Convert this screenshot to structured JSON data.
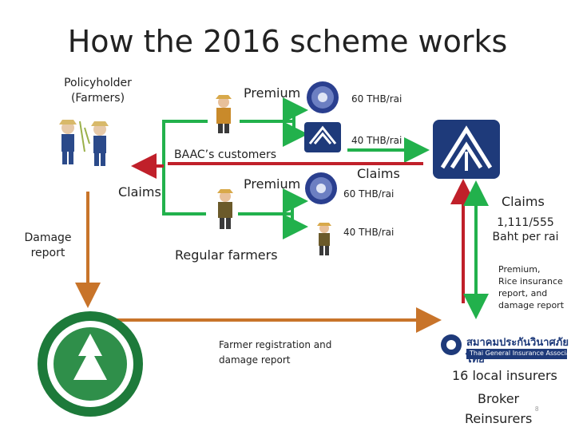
{
  "title": "How the 2016 scheme works",
  "policyholder": {
    "line1": "Policyholder",
    "line2": "(Farmers)"
  },
  "baac_customers": "BAAC’s customers",
  "regular_farmers": "Regular farmers",
  "premium_top": "Premium",
  "premium_mid": "Premium",
  "rate_60_top": "60 THB/rai",
  "rate_40_top": "40 THB/rai",
  "rate_60_mid": "60 THB/rai",
  "rate_40_mid": "40 THB/rai",
  "claims_left": "Claims",
  "claims_center": "Claims",
  "claims_right": "Claims",
  "claim_amount": {
    "line1": "1,111/555",
    "line2": "Baht per rai"
  },
  "damage_report": {
    "line1": "Damage",
    "line2": "report"
  },
  "farmer_registration": {
    "line1": "Farmer registration and",
    "line2": "damage report"
  },
  "premium_rice_report": {
    "line1": "Premium,",
    "line2": "Rice insurance",
    "line3": "report, and",
    "line4": "damage report"
  },
  "tgia_logo_text": {
    "thai": "สมาคมประกันวินาศภัยไทย",
    "english": "Thai General Insurance Association"
  },
  "local_insurers": "16 local insurers",
  "broker": "Broker",
  "reinsurers": "Reinsurers",
  "page_number": "8",
  "colors": {
    "green_arrow": "#22b14c",
    "red_arrow": "#c0202a",
    "orange_arrow": "#c8742a",
    "navy": "#1e3a7a"
  }
}
